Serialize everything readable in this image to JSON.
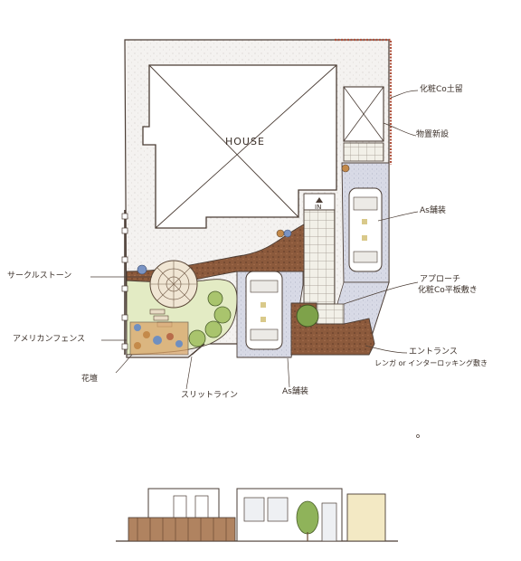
{
  "plan": {
    "house_label": "HOUSE",
    "entry_label": "IN"
  },
  "labels": {
    "concrete_top": "化粧Co土留",
    "storage": "物置新設",
    "asphalt_right": "As舗装",
    "approach_1": "アプローチ",
    "approach_2": "化粧Co平板敷き",
    "entrance_1": "エントランス",
    "entrance_2": "レンガ or インターロッキング敷き",
    "circle_stone": "サークルストーン",
    "american_fence": "アメリカンフェンス",
    "flower_bed": "花壇",
    "slit_line": "スリットライン",
    "asphalt_bottom": "As舗装"
  },
  "colors": {
    "line": "#4a3c34",
    "paving": "#f3f1ef",
    "asphalt": "#dcdde6",
    "brick": "#8a5a3e",
    "lawn": "#e4ecc8",
    "tree": "#8fb35a",
    "fence_red": "#b0533e"
  }
}
